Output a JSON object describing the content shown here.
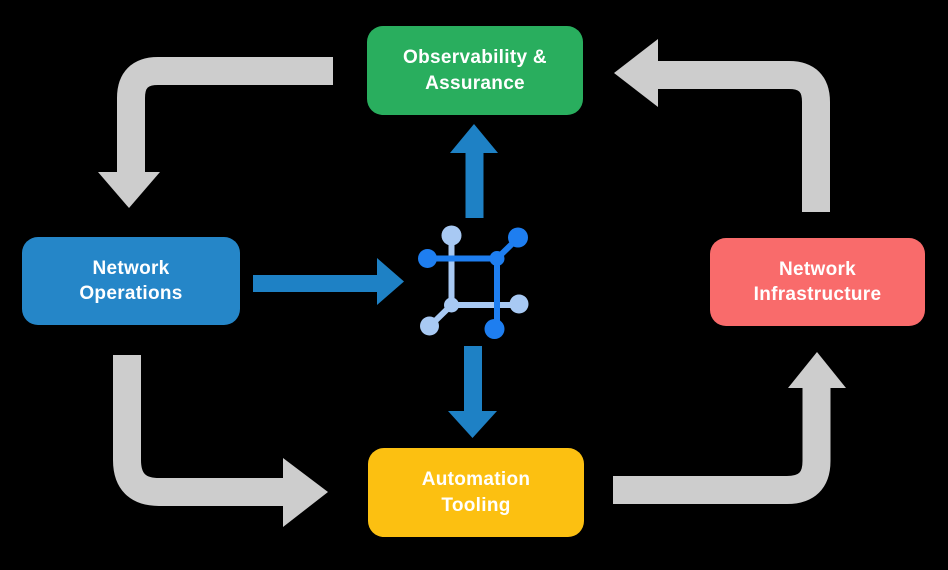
{
  "diagram": {
    "description": "Network lifecycle cycle diagram with four stages around a central network hub icon"
  },
  "colors": {
    "background": "#000000",
    "arrow_gray": "#CDCDCD",
    "flow_arrow_blue": "#1E81C5",
    "node_green": "#29AE5E",
    "node_blue": "#2586C8",
    "node_red": "#F96B6B",
    "node_yellow": "#FCC011",
    "icon_dark_blue": "#1E7EF0",
    "icon_light_blue": "#A8C9F3",
    "label_text": "#FFFFFF"
  },
  "nodes": {
    "observability": {
      "line1": "Observability &",
      "line2": "Assurance"
    },
    "operations": {
      "line1": "Network",
      "line2": "Operations"
    },
    "infrastructure": {
      "line1": "Network",
      "line2": "Infrastructure"
    },
    "automation": {
      "line1": "Automation",
      "line2": "Tooling"
    }
  },
  "icon": {
    "name": "network-automation-hub-icon"
  }
}
